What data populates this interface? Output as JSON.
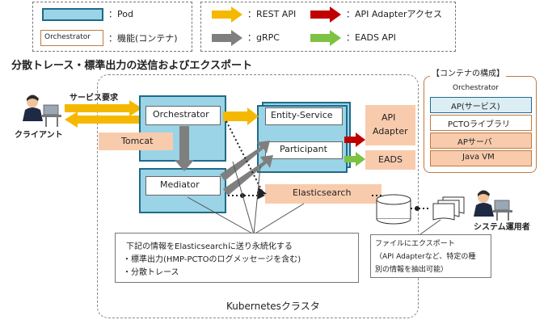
{
  "legend": {
    "pod": "：Pod",
    "orchestrator_sample": "Orchestrator",
    "function": "：機能(コンテナ)",
    "rest_api": "：REST API",
    "grpc": "：gRPC",
    "api_adapter_access": "：API Adapterアクセス",
    "eads_api": "：EADS API"
  },
  "title": "分散トレース・標準出力の送信およびエクスポート",
  "client": "クライアント",
  "service_request": "サービス要求",
  "cluster_label": "Kubernetesクラスタ",
  "nodes": {
    "orchestrator": "Orchestrator",
    "tomcat": "Tomcat",
    "mediator": "Mediator",
    "entity_service": "Entity-Service",
    "participant": "Participant",
    "elasticsearch": "Elasticsearch",
    "api_adapter_line1": "API",
    "api_adapter_line2": "Adapter",
    "eads": "EADS"
  },
  "note": {
    "line1": "下記の情報をElasticsearchに送り永続化する",
    "line2": "・標準出力(HMP-PCTOのログメッセージを含む)",
    "line3": "・分散トレース"
  },
  "export_note": {
    "line1": "ファイルにエクスポート",
    "line2": "（API Adapterなど、特定の種",
    "line3": "別の情報を抽出可能）"
  },
  "operator": "システム運用者",
  "container_composition": {
    "title": "【コンテナの構成】",
    "header": "Orchestrator",
    "layers": [
      "AP(サービス)",
      "PCTOライブラリ",
      "APサーバ",
      "Java VM"
    ]
  },
  "colors": {
    "pod_fill": "#9ad4e6",
    "pod_border": "#1f6b88",
    "function_fill": "#f8cbad",
    "rest_api": "#f5b800",
    "grpc": "#7f7f7f",
    "api_adapter_access": "#c00000",
    "eads_api": "#7dc242",
    "ap_service_fill": "#dbeef4"
  }
}
